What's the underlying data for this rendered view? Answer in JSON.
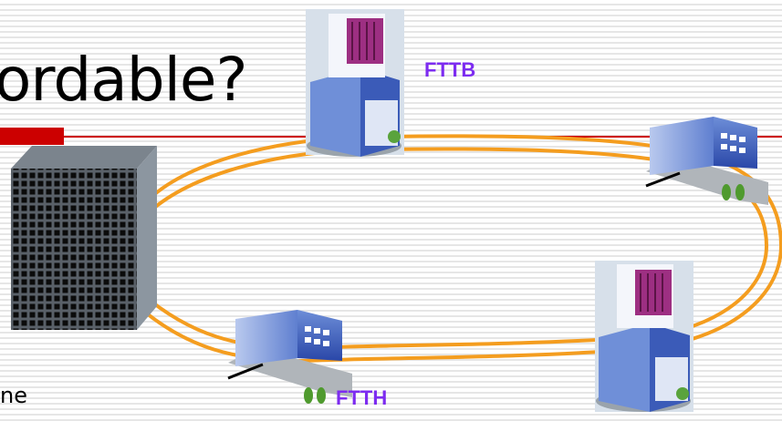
{
  "slide": {
    "title_fragment": "ordable?",
    "body_fragment": "ne",
    "colors": {
      "accent_red": "#cc0000",
      "fiber": "#f49d1f",
      "label_purple": "#7d2cf0"
    }
  },
  "diagram": {
    "labels": {
      "fttb": "FTTB",
      "ftth": "FTTH"
    },
    "nodes": [
      {
        "name": "central-office-server",
        "icon": "server-rack-icon"
      },
      {
        "name": "fttb-tower-top",
        "icon": "office-tower-icon"
      },
      {
        "name": "building-right",
        "icon": "office-building-icon"
      },
      {
        "name": "tower-bottom-right",
        "icon": "office-tower-icon"
      },
      {
        "name": "building-bottom-ftth",
        "icon": "office-building-icon"
      }
    ],
    "links": "fiber-ring"
  }
}
